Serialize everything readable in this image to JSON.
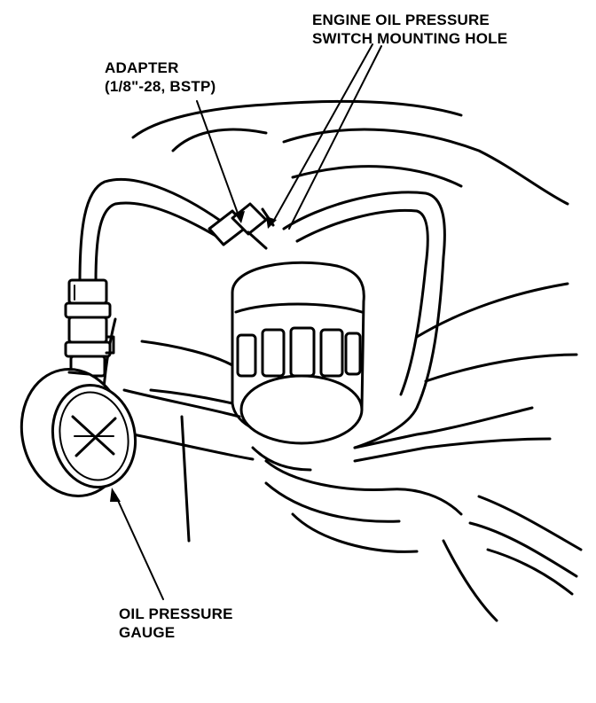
{
  "labels": {
    "switch_hole": {
      "line1": "ENGINE OIL PRESSURE",
      "line2": "SWITCH MOUNTING HOLE"
    },
    "adapter": {
      "line1": "ADAPTER",
      "line2": "(1/8\"-28, BSTP)"
    },
    "gauge": {
      "line1": "OIL PRESSURE",
      "line2": "GAUGE"
    }
  }
}
